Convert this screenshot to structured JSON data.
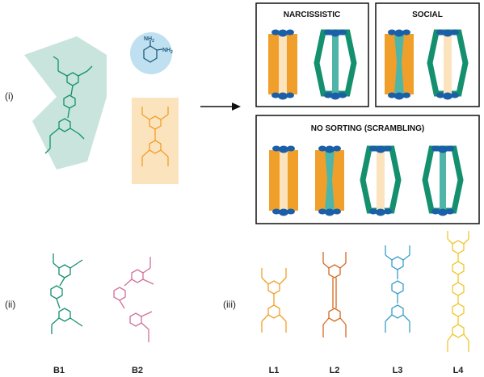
{
  "panel_labels": {
    "i": "(i)",
    "ii": "(ii)",
    "iii": "(iii)"
  },
  "amine": {
    "nh2_top": "NH",
    "nh2_right": "NH",
    "subscript": "2"
  },
  "boxes": {
    "narcissistic": "NARCISSISTIC",
    "social": "SOCIAL",
    "no_sorting": "NO SORTING (SCRAMBLING)"
  },
  "bent_linkers": [
    "B1",
    "B2"
  ],
  "linear_linkers": [
    "L1",
    "L2",
    "L3",
    "L4"
  ],
  "colors": {
    "orange": "#f0a02a",
    "green": "#14906f",
    "teal_light": "#4fb5a8",
    "blue_cap": "#1a5fa8",
    "pink": "#d0709c",
    "burnt_orange": "#d46a22",
    "cyan": "#3a9ec9",
    "yellow": "#f0c62e",
    "mint_bg": "#c8e4dc",
    "peach_bg": "#fbe3bd",
    "amine_bg": "#bfe0f0"
  }
}
